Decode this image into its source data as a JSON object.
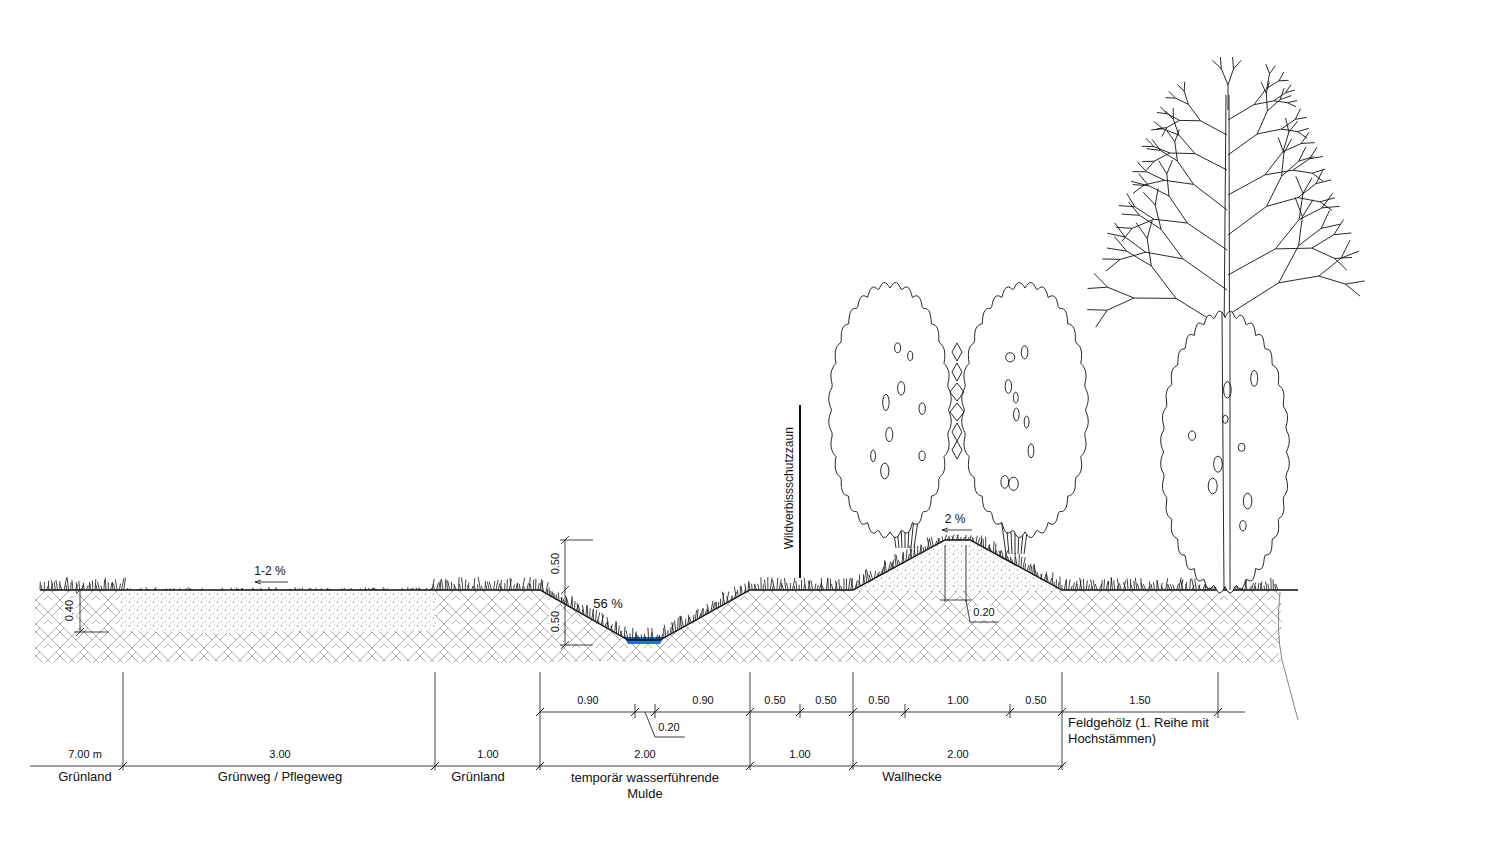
{
  "diagram": {
    "labels": [
      "1-2 %",
      "0.40",
      "0.50",
      "0.50",
      "56 %",
      "Wildverbissschutzzaun",
      "2 %",
      "0.20",
      "0.90",
      "0.20",
      "0.90",
      "0.50",
      "0.50",
      "0.50",
      "1.00",
      "0.50",
      "1.50",
      "7.00 m",
      "3.00",
      "1.00",
      "2.00",
      "1.00",
      "2.00",
      "Grünland",
      "Grünweg / Pflegeweg",
      "Grünland",
      "temporär wasserführende Mulde",
      "Wallhecke",
      "Feldgehölz (1. Reihe mit Hochstämmen)"
    ]
  }
}
